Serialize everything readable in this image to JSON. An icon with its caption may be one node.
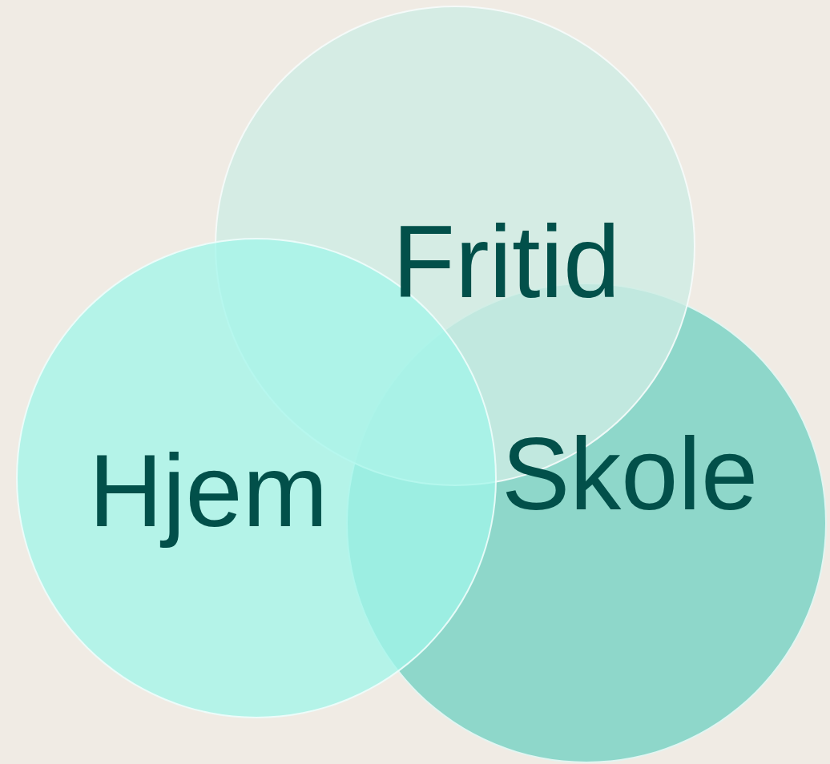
{
  "diagram": {
    "nodes": [
      {
        "text": [
          "Fritid"
        ]
      },
      {
        "text": [
          "Hjem"
        ]
      },
      {
        "text": [
          "Skole"
        ]
      }
    ]
  }
}
